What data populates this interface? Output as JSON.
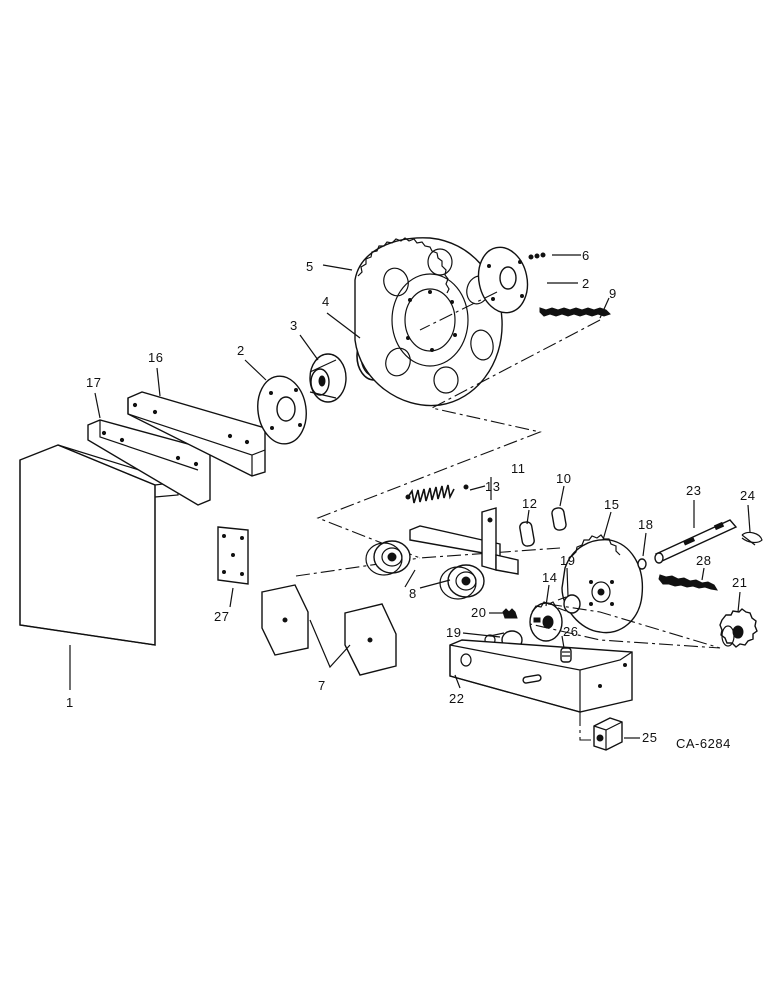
{
  "drawing_id": "CA-6284",
  "callouts": [
    {
      "id": "1",
      "text": "1"
    },
    {
      "id": "2a",
      "text": "2"
    },
    {
      "id": "2b",
      "text": "2"
    },
    {
      "id": "3",
      "text": "3"
    },
    {
      "id": "4",
      "text": "4"
    },
    {
      "id": "5",
      "text": "5"
    },
    {
      "id": "6",
      "text": "6"
    },
    {
      "id": "7",
      "text": "7"
    },
    {
      "id": "8",
      "text": "8"
    },
    {
      "id": "9",
      "text": "9"
    },
    {
      "id": "10",
      "text": "10"
    },
    {
      "id": "11",
      "text": "11"
    },
    {
      "id": "12",
      "text": "12"
    },
    {
      "id": "13",
      "text": "13"
    },
    {
      "id": "14",
      "text": "14"
    },
    {
      "id": "15",
      "text": "15"
    },
    {
      "id": "16",
      "text": "16"
    },
    {
      "id": "17",
      "text": "17"
    },
    {
      "id": "18",
      "text": "18"
    },
    {
      "id": "19a",
      "text": "19"
    },
    {
      "id": "19b",
      "text": "19"
    },
    {
      "id": "20",
      "text": "20"
    },
    {
      "id": "21",
      "text": "21"
    },
    {
      "id": "22",
      "text": "22"
    },
    {
      "id": "23",
      "text": "23"
    },
    {
      "id": "24",
      "text": "24"
    },
    {
      "id": "25",
      "text": "25"
    },
    {
      "id": "26",
      "text": "26"
    },
    {
      "id": "27",
      "text": "27"
    },
    {
      "id": "28",
      "text": "28"
    }
  ]
}
